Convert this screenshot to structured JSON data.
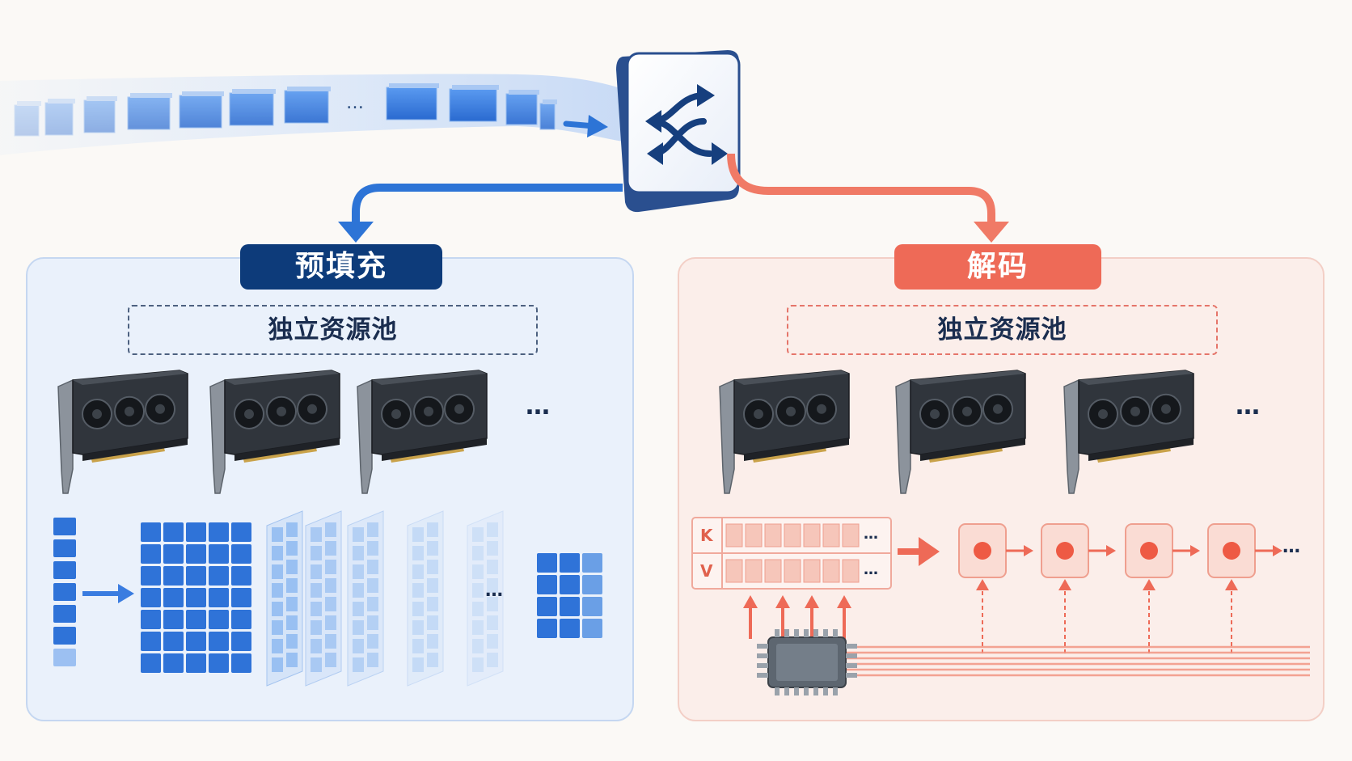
{
  "prefill": {
    "title": "预填充",
    "pool_label": "独立资源池",
    "ellipsis": "…",
    "matrix_ellipsis": "…"
  },
  "decode": {
    "title": "解码",
    "pool_label": "独立资源池",
    "ellipsis": "…",
    "kv_cache": {
      "k_label": "K",
      "v_label": "V",
      "ellipsis": "…"
    },
    "chain_ellipsis": "…"
  },
  "token_stream": {
    "ellipsis": "…"
  },
  "icons": [
    "shuffle-icon",
    "gpu-card-icon",
    "chip-icon"
  ],
  "colors": {
    "prefill_dark": "#0d3b7a",
    "prefill_blue": "#2d74d6",
    "decode_red": "#ee6a57",
    "decode_light": "#f8d9d1",
    "background": "#fbf9f6"
  }
}
